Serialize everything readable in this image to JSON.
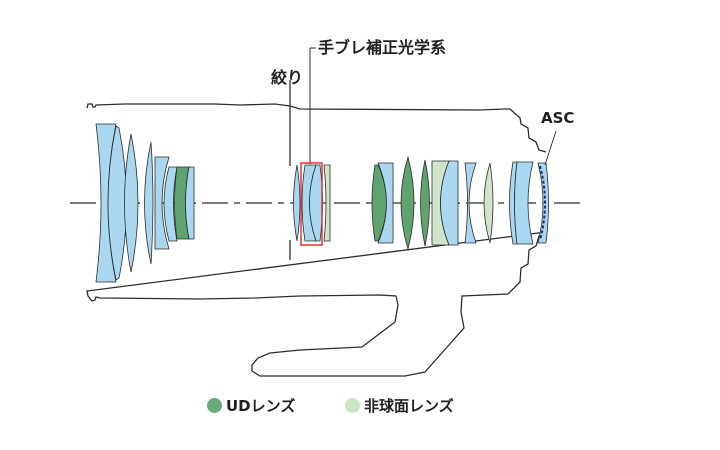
{
  "labels": {
    "image_stabilizer": "手ブレ補正光学系",
    "aperture": "絞り",
    "asc": "ASC"
  },
  "legend": [
    {
      "key": "ud",
      "label": "UDレンズ",
      "color": "#6aaa7a"
    },
    {
      "key": "aspherical",
      "label": "非球面レンズ",
      "color": "#cde3c6"
    }
  ],
  "colors": {
    "standard_lens": "#a9d7f0",
    "ud_lens": "#5fa36f",
    "aspherical_lens": "#cfe4c8",
    "outline": "#2d2d2d",
    "is_highlight": "#e0262b",
    "asc_coating": "#1a2a7a"
  }
}
